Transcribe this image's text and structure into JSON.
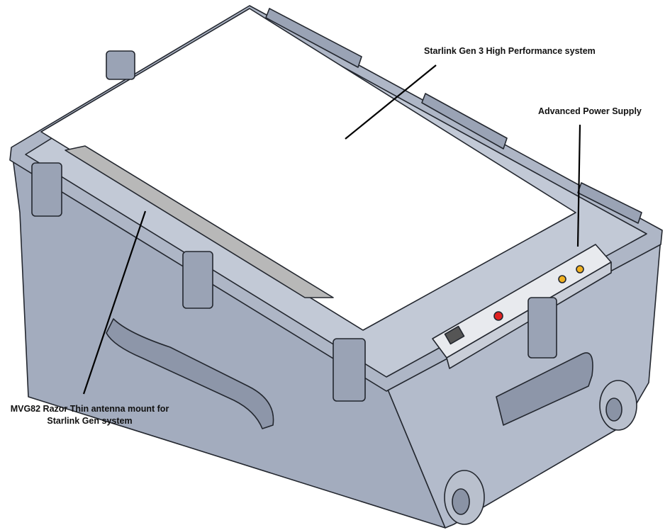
{
  "labels": {
    "starlink": "Starlink Gen 3 High Performance system",
    "power_supply": "Advanced Power Supply",
    "mount_line1": "MVG82 Razor Thin antenna mount for",
    "mount_line2": "Starlink Gen system"
  },
  "colors": {
    "case": "#aab3c4",
    "case_dark": "#7d879a",
    "outline": "#23272f",
    "panel": "#ffffff",
    "mount_strip": "#b5b5b5",
    "indicator_red": "#e02020",
    "indicator_yellow": "#f0b020"
  }
}
